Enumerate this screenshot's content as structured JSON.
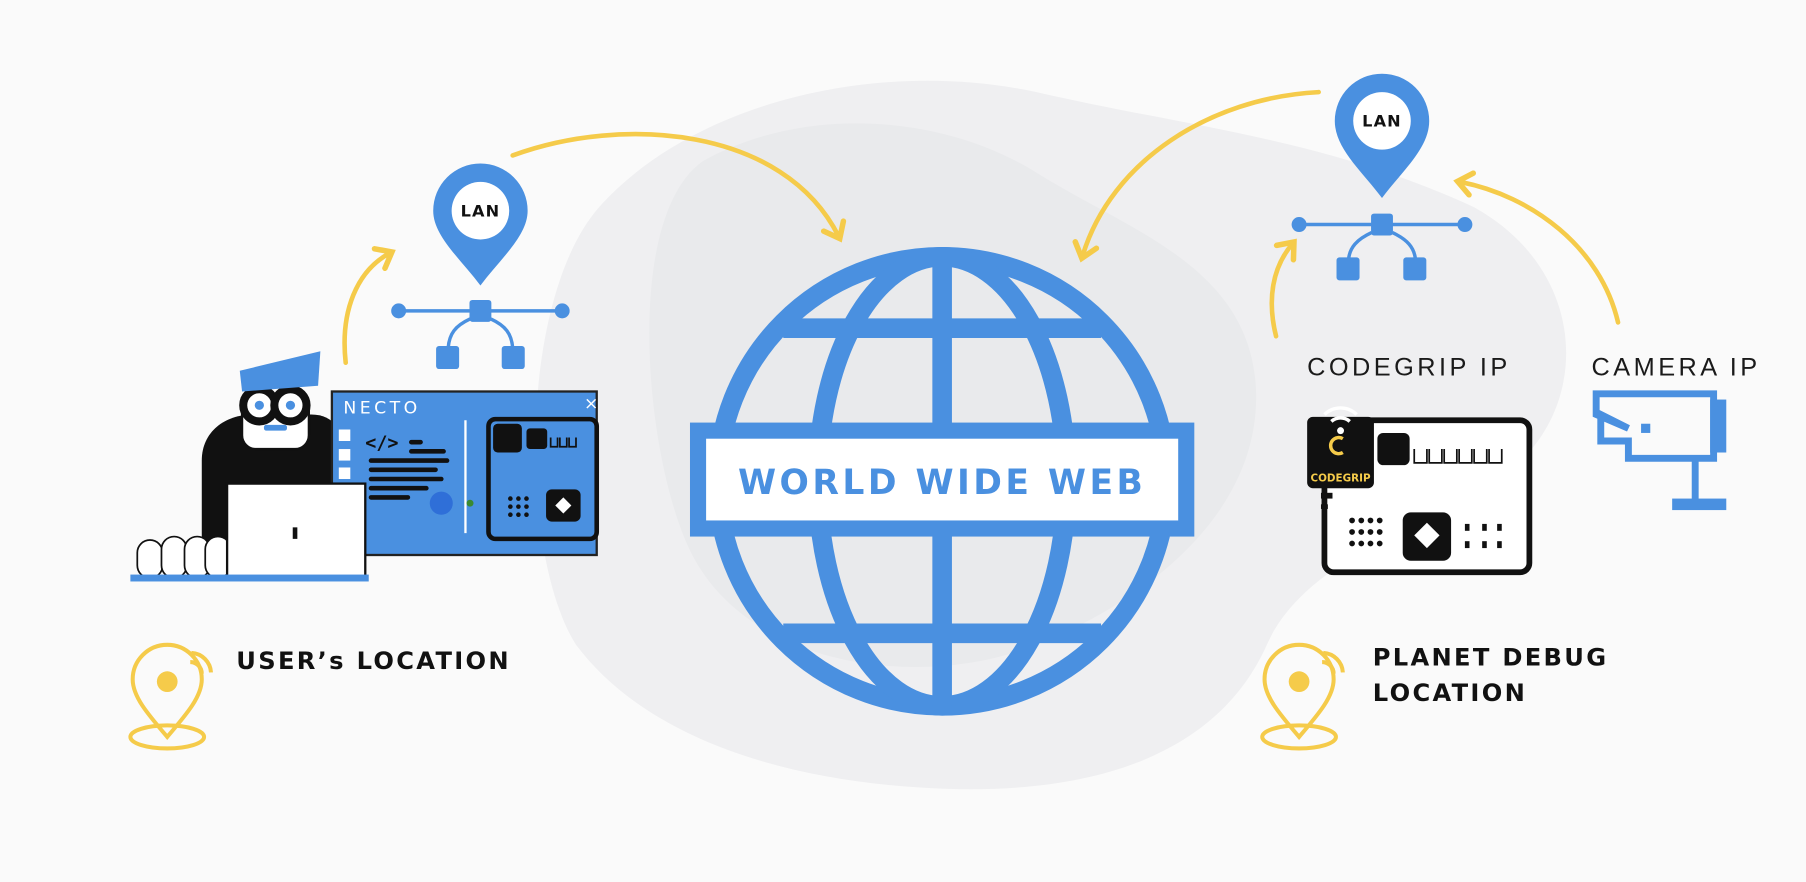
{
  "globe": {
    "label": "WORLD WIDE WEB"
  },
  "user_side": {
    "lan_label": "LAN",
    "window_title": "NECTO",
    "window_close": "×",
    "location_label": "USER’s LOCATION"
  },
  "debug_side": {
    "lan_label": "LAN",
    "codegrip_label": "CODEGRIP IP",
    "camera_label": "CAMERA IP",
    "codegrip_logo": "CODEGRIP",
    "location_label_line1": "PLANET DEBUG",
    "location_label_line2": "LOCATION"
  },
  "colors": {
    "blue": "#4a90e0",
    "yellow": "#f5cb4a",
    "dark": "#111111",
    "blob": "#ececee"
  }
}
